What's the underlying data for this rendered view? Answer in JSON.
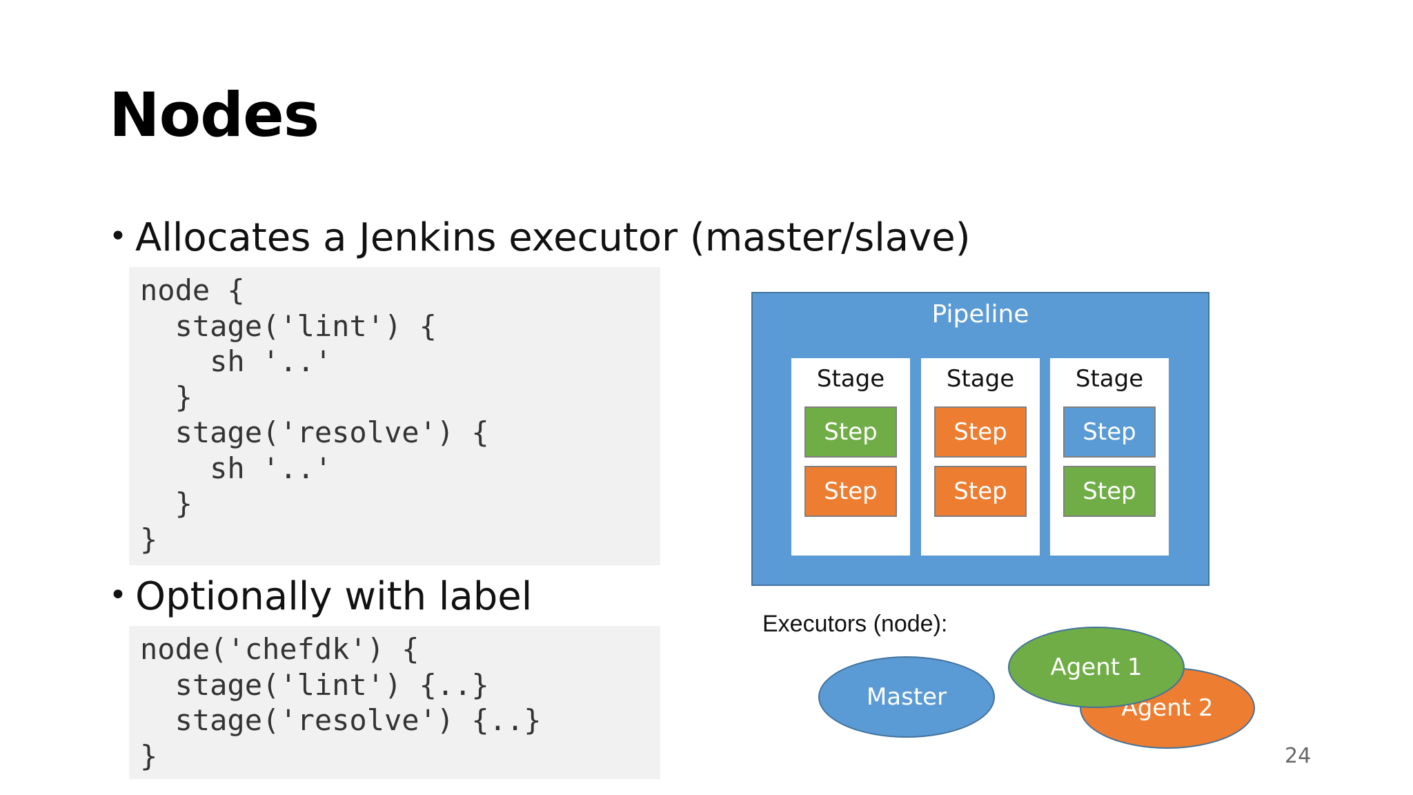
{
  "slide": {
    "title": "Nodes",
    "page_number": "24"
  },
  "bullets": [
    {
      "bullet_char": "•",
      "text": "Allocates a Jenkins executor (master/slave)",
      "code": [
        "node {",
        "  stage('lint') {",
        "    sh '..'",
        "  }",
        "  stage('resolve') {",
        "    sh '..'",
        "  }",
        "}"
      ]
    },
    {
      "bullet_char": "•",
      "text": "Optionally with label",
      "code": [
        "node('chefdk') {",
        "  stage('lint') {..}",
        "  stage('resolve') {..}",
        "}"
      ]
    }
  ],
  "diagram": {
    "pipeline_label": "Pipeline",
    "stages": [
      {
        "label": "Stage",
        "steps": [
          {
            "label": "Step",
            "color": "#70ad47"
          },
          {
            "label": "Step",
            "color": "#ed7d31"
          }
        ]
      },
      {
        "label": "Stage",
        "steps": [
          {
            "label": "Step",
            "color": "#ed7d31"
          },
          {
            "label": "Step",
            "color": "#ed7d31"
          }
        ]
      },
      {
        "label": "Stage",
        "steps": [
          {
            "label": "Step",
            "color": "#5b9bd5"
          },
          {
            "label": "Step",
            "color": "#70ad47"
          }
        ]
      }
    ],
    "executors_label": "Executors (node):",
    "executors": {
      "master": {
        "label": "Master",
        "color": "#5b9bd5"
      },
      "agent_1": {
        "label": "Agent 1",
        "color": "#70ad47"
      },
      "agent_2": {
        "label": "Agent 2",
        "color": "#ed7d31"
      }
    },
    "colors": {
      "pipeline_fill": "#5b9bd5",
      "pipeline_border": "#41719c",
      "step_border": "#7f7f7f",
      "code_background": "#f1f1f1"
    }
  }
}
